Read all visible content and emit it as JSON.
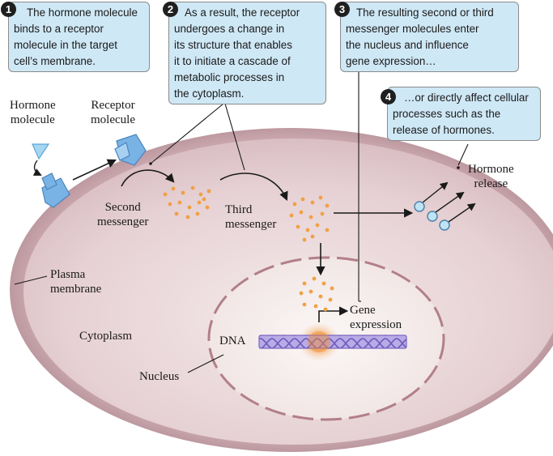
{
  "callouts": [
    {
      "number": "1",
      "lines": [
        "The hormone molecule",
        "binds to a receptor",
        "molecule in the target",
        "cell’s membrane."
      ]
    },
    {
      "number": "2",
      "lines": [
        "As a result, the receptor",
        "undergoes a change in",
        "its structure that enables",
        "it to initiate a cascade of",
        "metabolic processes in",
        "the cytoplasm."
      ]
    },
    {
      "number": "3",
      "lines": [
        "The resulting second or third",
        "messenger molecules enter",
        "the nucleus and influence",
        "gene expression…"
      ]
    },
    {
      "number": "4",
      "lines": [
        "…or directly affect cellular",
        "processes such as the",
        "release of hormones."
      ]
    }
  ],
  "labels": {
    "hormone_molecule": [
      "Hormone",
      "molecule"
    ],
    "receptor_molecule": [
      "Receptor",
      "molecule"
    ],
    "second_messenger": [
      "Second",
      "messenger"
    ],
    "third_messenger": [
      "Third",
      "messenger"
    ],
    "hormone_release": [
      "Hormone",
      "release"
    ],
    "plasma_membrane": [
      "Plasma",
      "membrane"
    ],
    "cytoplasm": "Cytoplasm",
    "dna": "DNA",
    "gene_expression": [
      "Gene",
      "expression"
    ],
    "nucleus": "Nucleus"
  },
  "colors": {
    "callout_fill": "#cfe8f6",
    "cell_membrane": "#b9929b",
    "cytoplasm": "#ead7d9",
    "nucleus": "#f6efee",
    "receptor": "#79b3e6",
    "messenger": "#f0a145",
    "vesicle": "#bfe3f5",
    "dna": "#a99ae0"
  }
}
